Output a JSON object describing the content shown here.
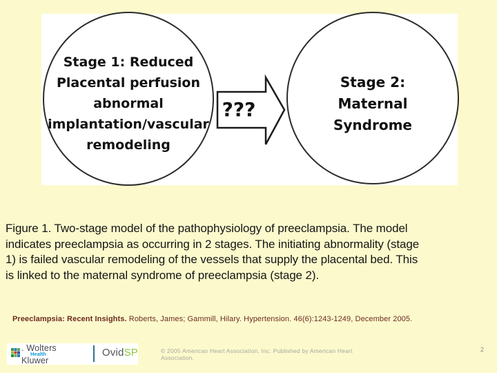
{
  "slide": {
    "background_color": "#FCFACC"
  },
  "diagram": {
    "stage1_circle": "Stage 1: Reduced\nPlacental perfusion\nabnormal\nimplantation/vascular\nremodeling",
    "arrow_label": "???",
    "stage2_circle": "Stage 2:\nMaternal\nSyndrome"
  },
  "caption": {
    "text": "Figure 1.  Two-stage model of the pathophysiology of preeclampsia. The model\nindicates preeclampsia as occurring in 2 stages. The initiating abnormality (stage\n1) is failed vascular remodeling of the vessels that supply the placental bed. This\nis linked to the maternal syndrome of preeclampsia (stage 2)."
  },
  "citation": {
    "title_bold": "Preeclampsia: Recent Insights.",
    "rest": " Roberts, James; Gammill, Hilary. Hypertension. 46(6):1243-1249, December 2005.",
    "color": "#6D2A21"
  },
  "footer": {
    "wolters_kluwer": ". Wolters Kluwer",
    "health": "Health",
    "ovid": "Ovid",
    "sp": "SP",
    "copyright": "© 2005 American Heart Association, Inc. Published by American Heart Association.",
    "page_number": "2",
    "icon_names": [
      "wolters-kluwer-mosaic-icon",
      "block-arrow-icon"
    ],
    "accent_colors": {
      "health_blue": "#0E9AD6",
      "ovid_green": "#8DC63F",
      "divider_teal": "#34718E"
    }
  }
}
